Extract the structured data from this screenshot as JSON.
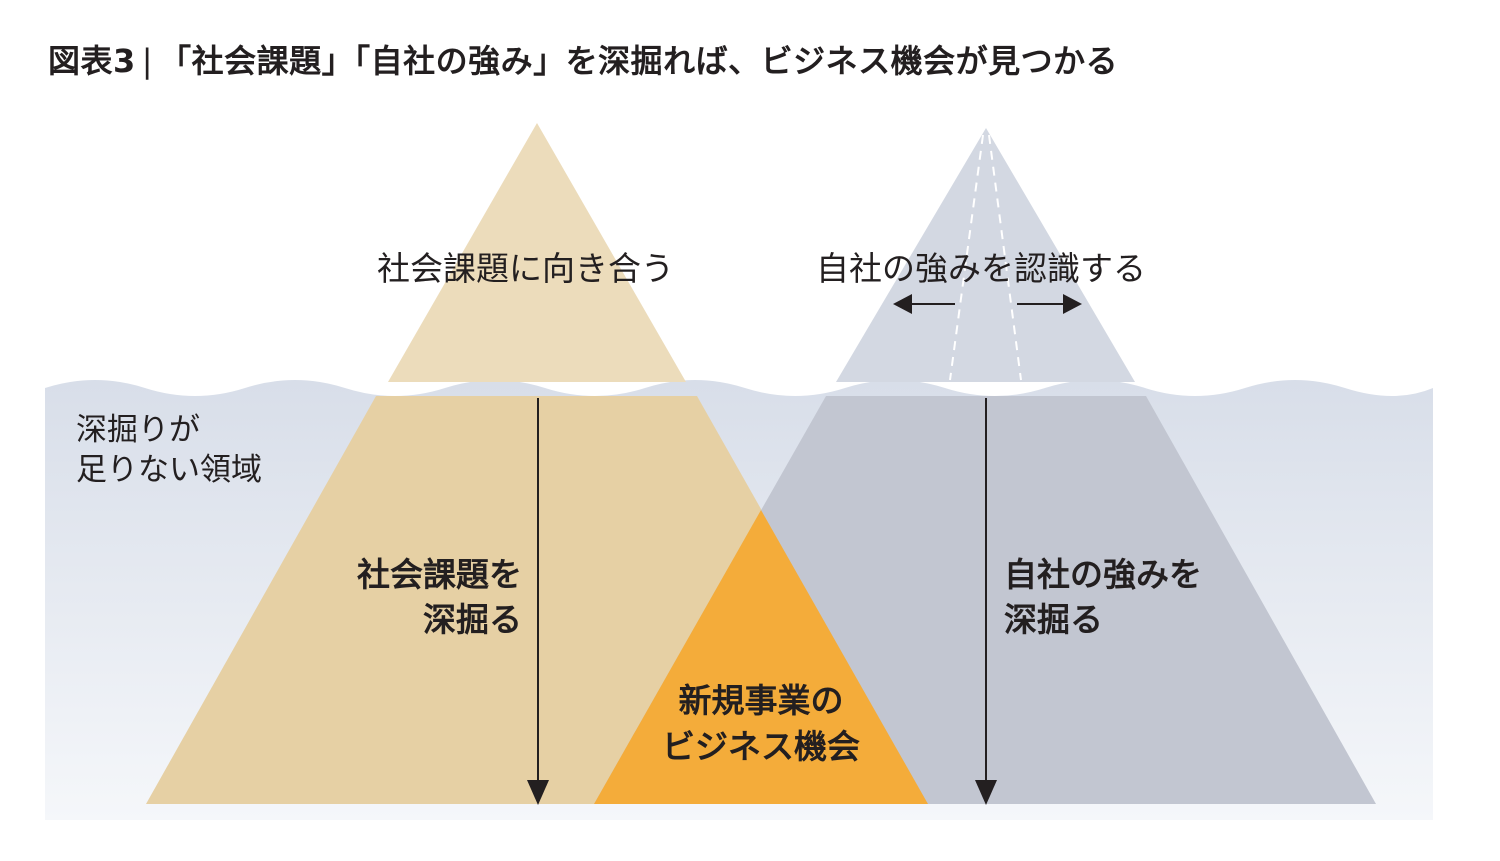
{
  "title": {
    "figure_label": "図表3",
    "text": "「社会課題」「自社の強み」を深掘れば、ビジネス機会が見つかる"
  },
  "labels": {
    "social_top": "社会課題に向き合う",
    "strength_top": "自社の強みを認識する",
    "shallow_line1": "深掘りが",
    "shallow_line2": "足りない領域",
    "social_deep_line1": "社会課題を",
    "social_deep_line2": "深掘る",
    "strength_deep_line1": "自社の強みを",
    "strength_deep_line2": "深掘る",
    "opportunity_line1": "新規事業の",
    "opportunity_line2": "ビジネス機会"
  },
  "colors": {
    "social_tip": "#ecdcbb",
    "social_body": "#e6d0a4",
    "strength_tip": "#d3d8e2",
    "strength_body": "#c2c6d1",
    "opportunity": "#f4ac3a",
    "water_top": "#d8dee9",
    "water_bottom": "#f5f7fa",
    "text": "#231f20"
  }
}
